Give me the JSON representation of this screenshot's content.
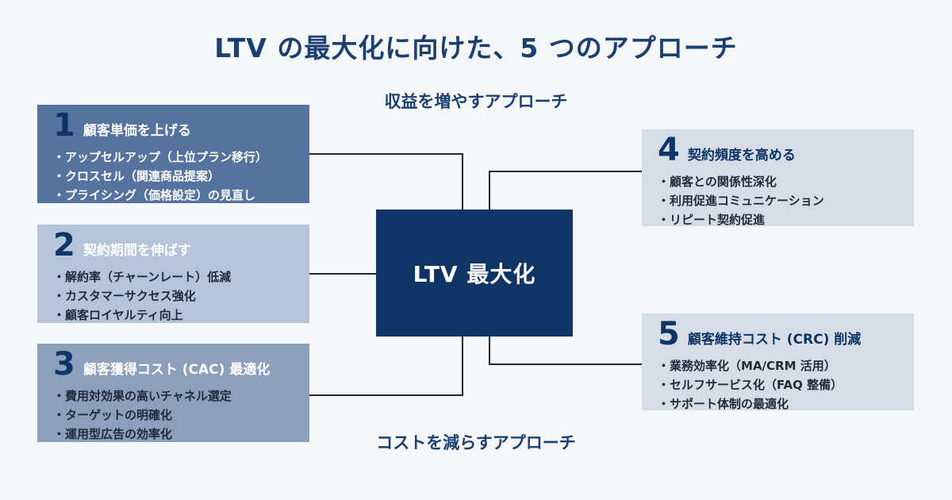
{
  "title": "LTV の最大化に向けた、5 つのアプローチ",
  "top_label": "収益を増やすアプローチ",
  "bottom_label": "コストを減らすアプローチ",
  "center": "LTV 最大化",
  "boxes": [
    {
      "num": "1",
      "title": "顧客単価を上げる",
      "items": [
        "アップセルアップ（上位プラン移行）",
        "クロスセル（関連商品提案）",
        "プライシング（価格設定）の見直し"
      ]
    },
    {
      "num": "2",
      "title": "契約期間を伸ばす",
      "items": [
        "解約率（チャーンレート）低減",
        "カスタマーサクセス強化",
        "顧客ロイヤルティ向上"
      ]
    },
    {
      "num": "3",
      "title": "顧客獲得コスト (CAC) 最適化",
      "items": [
        "費用対効果の高いチャネル選定",
        "ターゲットの明確化",
        "運用型広告の効率化"
      ]
    },
    {
      "num": "4",
      "title": "契約頻度を高める",
      "items": [
        "顧客との関係性深化",
        "利用促進コミュニケーション",
        "リピート契約促進"
      ]
    },
    {
      "num": "5",
      "title": "顧客維持コスト (CRC) 削減",
      "items": [
        "業務効率化（MA/CRM 活用）",
        "セルフサービス化（FAQ 整備）",
        "サポート体制の最適化"
      ]
    }
  ],
  "colors": {
    "navy": "#0f3566",
    "box1": "#5673a0",
    "box2": "#b5c4d8",
    "box3": "#8c9fbb",
    "box45": "#d6dde7",
    "background": "#f5f6f8"
  }
}
